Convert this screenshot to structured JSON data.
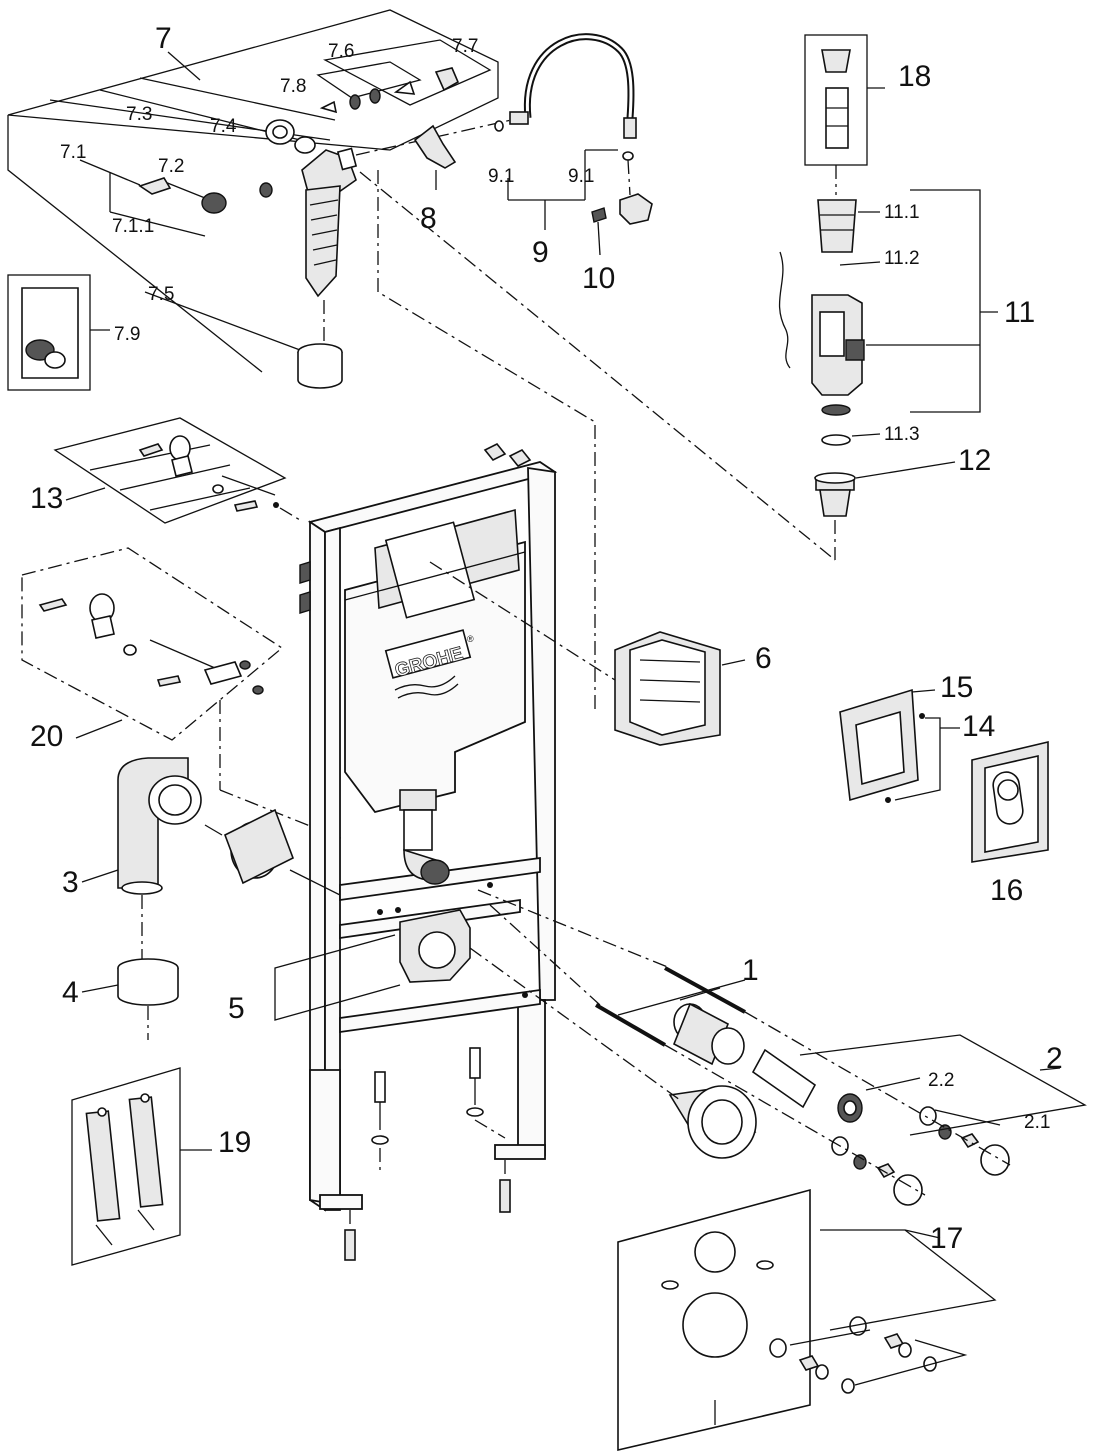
{
  "brand": "GROHE",
  "brand_mark": "®",
  "labels": {
    "p1": "1",
    "p2": "2",
    "p2_1": "2.1",
    "p2_2": "2.2",
    "p3": "3",
    "p4": "4",
    "p5": "5",
    "p6": "6",
    "p7": "7",
    "p7_1": "7.1",
    "p7_1_1": "7.1.1",
    "p7_2": "7.2",
    "p7_3": "7.3",
    "p7_4": "7.4",
    "p7_5": "7.5",
    "p7_6": "7.6",
    "p7_7": "7.7",
    "p7_8": "7.8",
    "p7_9": "7.9",
    "p8": "8",
    "p9": "9",
    "p9_1a": "9.1",
    "p9_1b": "9.1",
    "p10": "10",
    "p11": "11",
    "p11_1": "11.1",
    "p11_2": "11.2",
    "p11_3": "11.3",
    "p12": "12",
    "p13": "13",
    "p14": "14",
    "p15": "15",
    "p16": "16",
    "p17": "17",
    "p18": "18",
    "p19": "19",
    "p20": "20"
  }
}
